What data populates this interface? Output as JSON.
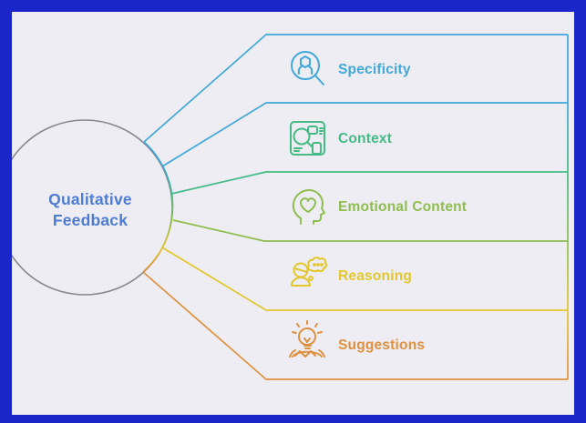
{
  "diagram": {
    "title": "Qualitative Feedback mindmap",
    "background": "#EEEDF3",
    "frame_color": "#1A26C8",
    "center": {
      "line1": "Qualitative",
      "line2": "Feedback",
      "text_color": "#4D7CD4",
      "circle_color": "#88878C"
    },
    "branches": [
      {
        "label": "Specificity",
        "color": "#41A8DB",
        "icon": "magnifier-target-icon"
      },
      {
        "label": "Context",
        "color": "#44BB85",
        "icon": "wireframe-screen-icon"
      },
      {
        "label": "Emotional Content",
        "color": "#8FBE4F",
        "icon": "head-heart-icon"
      },
      {
        "label": "Reasoning",
        "color": "#E3C72E",
        "icon": "person-thought-bubble-icon"
      },
      {
        "label": "Suggestions",
        "color": "#E0913F",
        "icon": "lightbulb-hands-icon"
      }
    ]
  }
}
